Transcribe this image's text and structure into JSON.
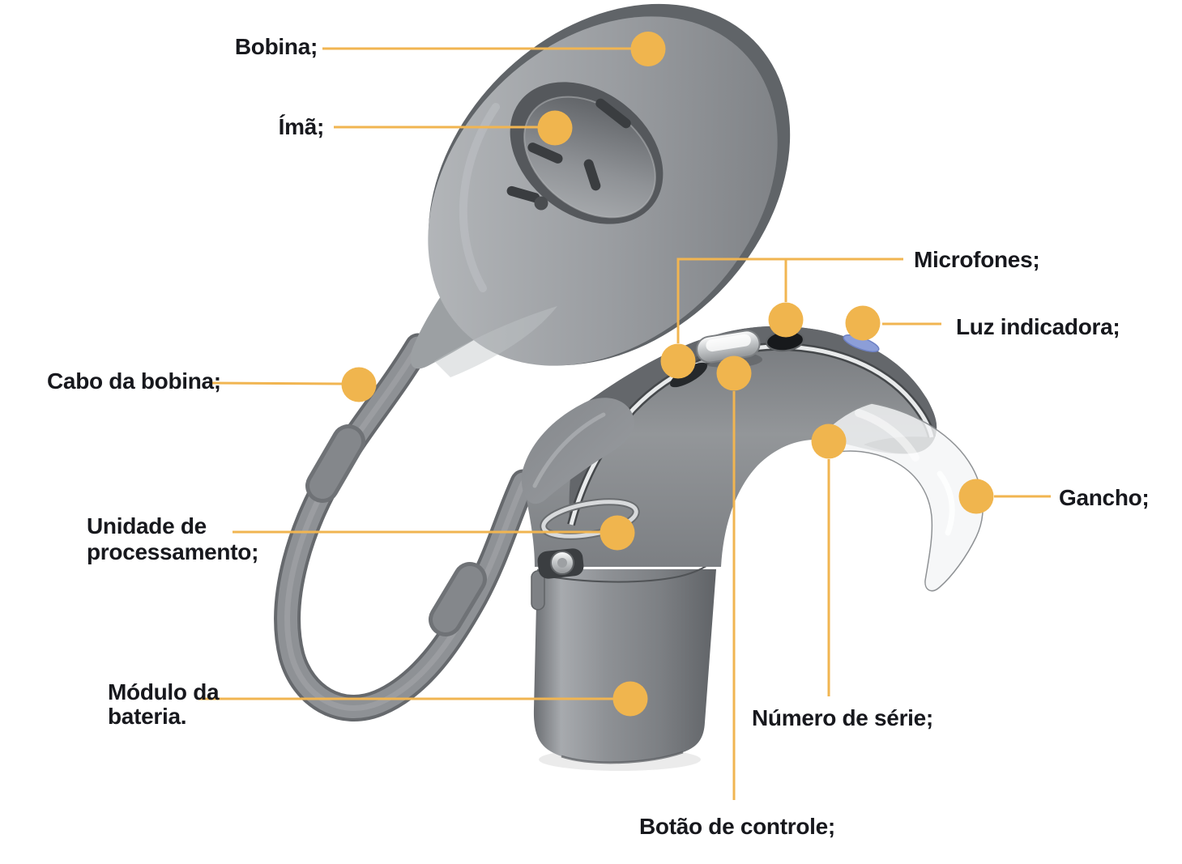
{
  "diagram": {
    "type": "labeled-illustration",
    "accent_color": "#F0B54E",
    "line_color": "#F1B551",
    "text_color": "#17181D",
    "labels": {
      "bobina": {
        "text": "Bobina;"
      },
      "ima": {
        "text": "Ímã;"
      },
      "microfones": {
        "text": "Microfones;"
      },
      "luz": {
        "text": "Luz indicadora;"
      },
      "cabo": {
        "text": "Cabo da bobina;"
      },
      "gancho": {
        "text": "Gancho;"
      },
      "unidade": {
        "line1": "Unidade de",
        "line2": "processamento;"
      },
      "modulo": {
        "line1": "Módulo da",
        "line2": "bateria."
      },
      "numero": {
        "text": "Número de série;"
      },
      "botao": {
        "text": "Botão de controle;"
      }
    }
  }
}
